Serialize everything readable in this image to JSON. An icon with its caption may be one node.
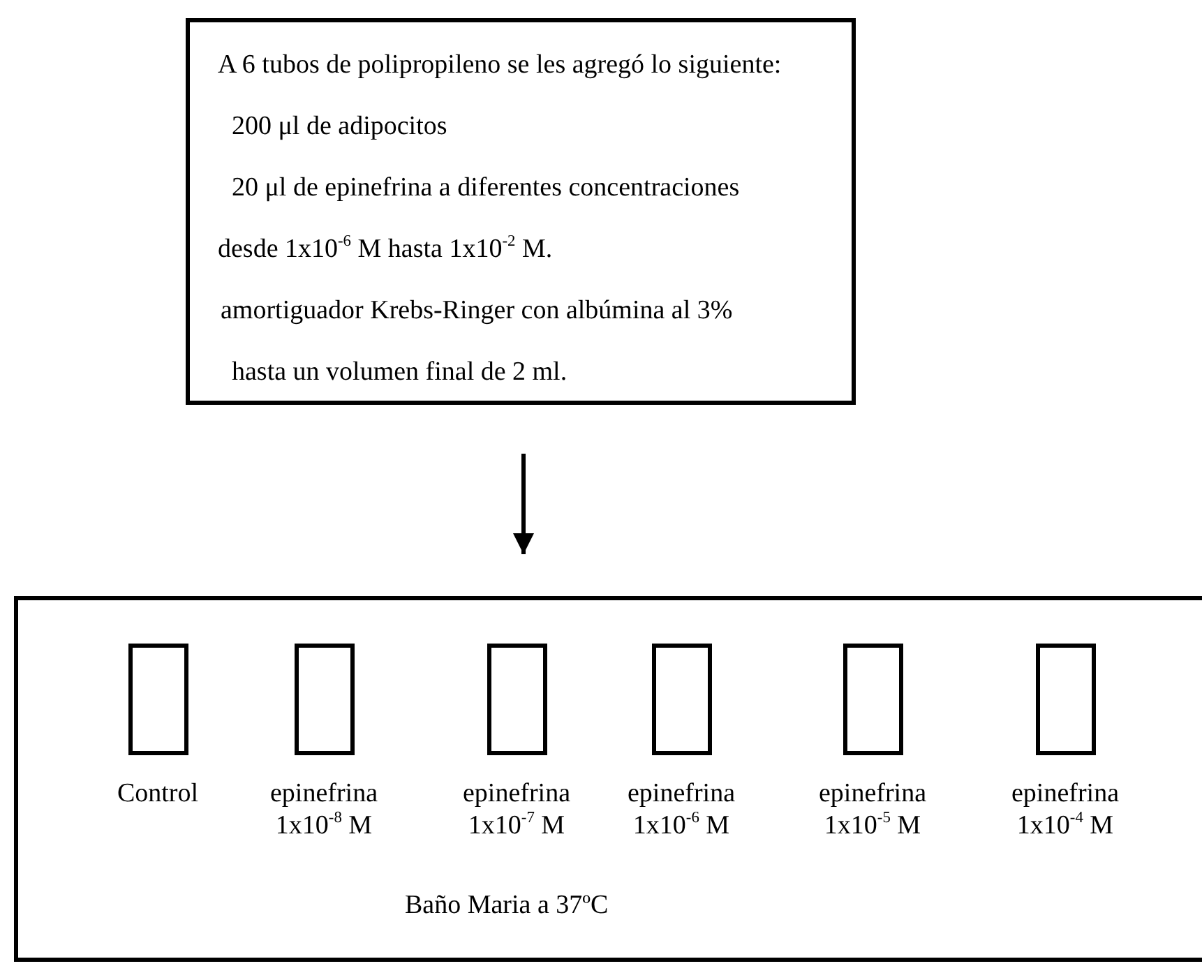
{
  "diagram": {
    "nodes": [
      {
        "text": [
          "A 6 tubos de polipropileno se les agregó lo siguiente:",
          "200 μl de adipocitos",
          "20 μl de epinefrina a diferentes concentraciones",
          "desde 1x10$^{-6}$ M hasta 1x10$^{-2}$ M.",
          "amortiguador Krebs-Ringer con albúmina al 3%",
          "hasta un volumen final de 2 ml."
        ]
      },
      {
        "text": [
          "Baño Maria a 37ºC"
        ]
      },
      {
        "text": [],
        "shape": "box",
        "in": 1,
        "beside": [
          "Control"
        ]
      },
      {
        "text": [],
        "shape": "box",
        "in": 1,
        "beside": [
          "epinefrina 1x10$^{-8}$ M"
        ]
      },
      {
        "text": [],
        "shape": "box",
        "in": 1,
        "beside": [
          "epinefrina 1x10$^{-7}$ M"
        ]
      },
      {
        "text": [],
        "shape": "box",
        "in": 1,
        "beside": [
          "epinefrina 1x10$^{-6}$ M"
        ]
      },
      {
        "text": [],
        "shape": "box",
        "in": 1,
        "beside": [
          "epinefrina 1x10$^{-5}$ M"
        ]
      },
      {
        "text": [],
        "shape": "box",
        "in": 1,
        "beside": [
          "epinefrina 1x10$^{-4}$ M"
        ]
      }
    ],
    "edges": [
      {
        "from": 0,
        "to": 1,
        "arrow": "to"
      }
    ]
  }
}
